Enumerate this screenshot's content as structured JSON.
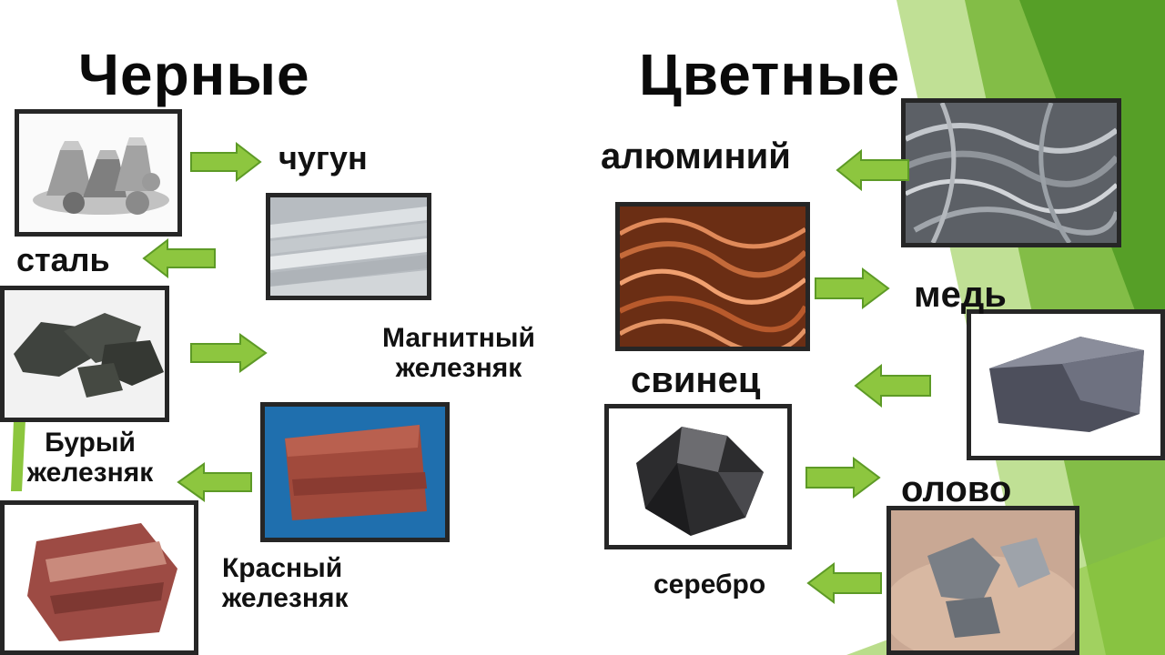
{
  "headings": {
    "ferrous": "Черные",
    "nonferrous": "Цветные"
  },
  "labels": {
    "cast_iron": "чугун",
    "steel": "сталь",
    "magnetite_line1": "Магнитный",
    "magnetite_line2": "железняк",
    "limonite_line1": "Бурый",
    "limonite_line2": "железняк",
    "hematite_line1": "Красный",
    "hematite_line2": "железняк",
    "aluminium": "алюминий",
    "copper": "медь",
    "lead": "свинец",
    "tin": "олово",
    "silver": "серебро"
  },
  "icons": {
    "arrow": "green-arrow-icon"
  },
  "colors": {
    "arrow_fill": "#8dc63f",
    "arrow_stroke": "#5d9a26",
    "frame": "#262626",
    "accent_green": "#8cc63e",
    "accent_green_dark": "#5a9e2a"
  }
}
